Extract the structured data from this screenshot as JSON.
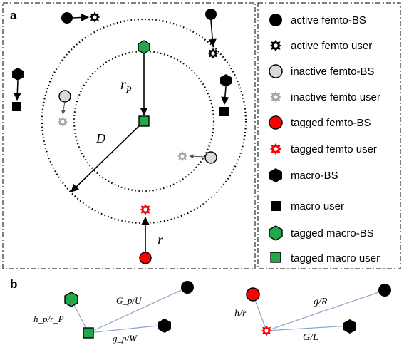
{
  "panel_a": {
    "label": "a",
    "distance_labels": {
      "D": "D",
      "r": "r",
      "rP_main": "r",
      "rP_sub": "P"
    }
  },
  "legend": {
    "items": [
      {
        "label": "active femto-BS"
      },
      {
        "label": "active femto user"
      },
      {
        "label": "inactive femto-BS"
      },
      {
        "label": "inactive femto user"
      },
      {
        "label": "tagged femto-BS"
      },
      {
        "label": "tagged femto user"
      },
      {
        "label": "macro-BS"
      },
      {
        "label": "macro user"
      },
      {
        "label": "tagged macro-BS"
      },
      {
        "label": "tagged macro user"
      }
    ]
  },
  "panel_b": {
    "label": "b",
    "left": {
      "hp_rp": "h_p/r_P",
      "Gp_U": "G_p/U",
      "gp_W": "g_p/W"
    },
    "right": {
      "h_r": "h/r",
      "g_R": "g/R",
      "G_L": "G/L"
    }
  },
  "colors": {
    "black": "#000000",
    "inactive_fill": "#d9d9d9",
    "inactive_user": "#a6a6a6",
    "tagged_femto": "#ff0000",
    "tagged_macro": "#22a84a",
    "link_line": "#8aa4cc"
  },
  "icons": [
    "black-circle-icon",
    "black-star-icon",
    "gray-circle-icon",
    "gray-star-icon",
    "red-circle-icon",
    "red-star-icon",
    "black-hexagon-icon",
    "black-square-icon",
    "green-hexagon-icon",
    "green-square-icon"
  ]
}
